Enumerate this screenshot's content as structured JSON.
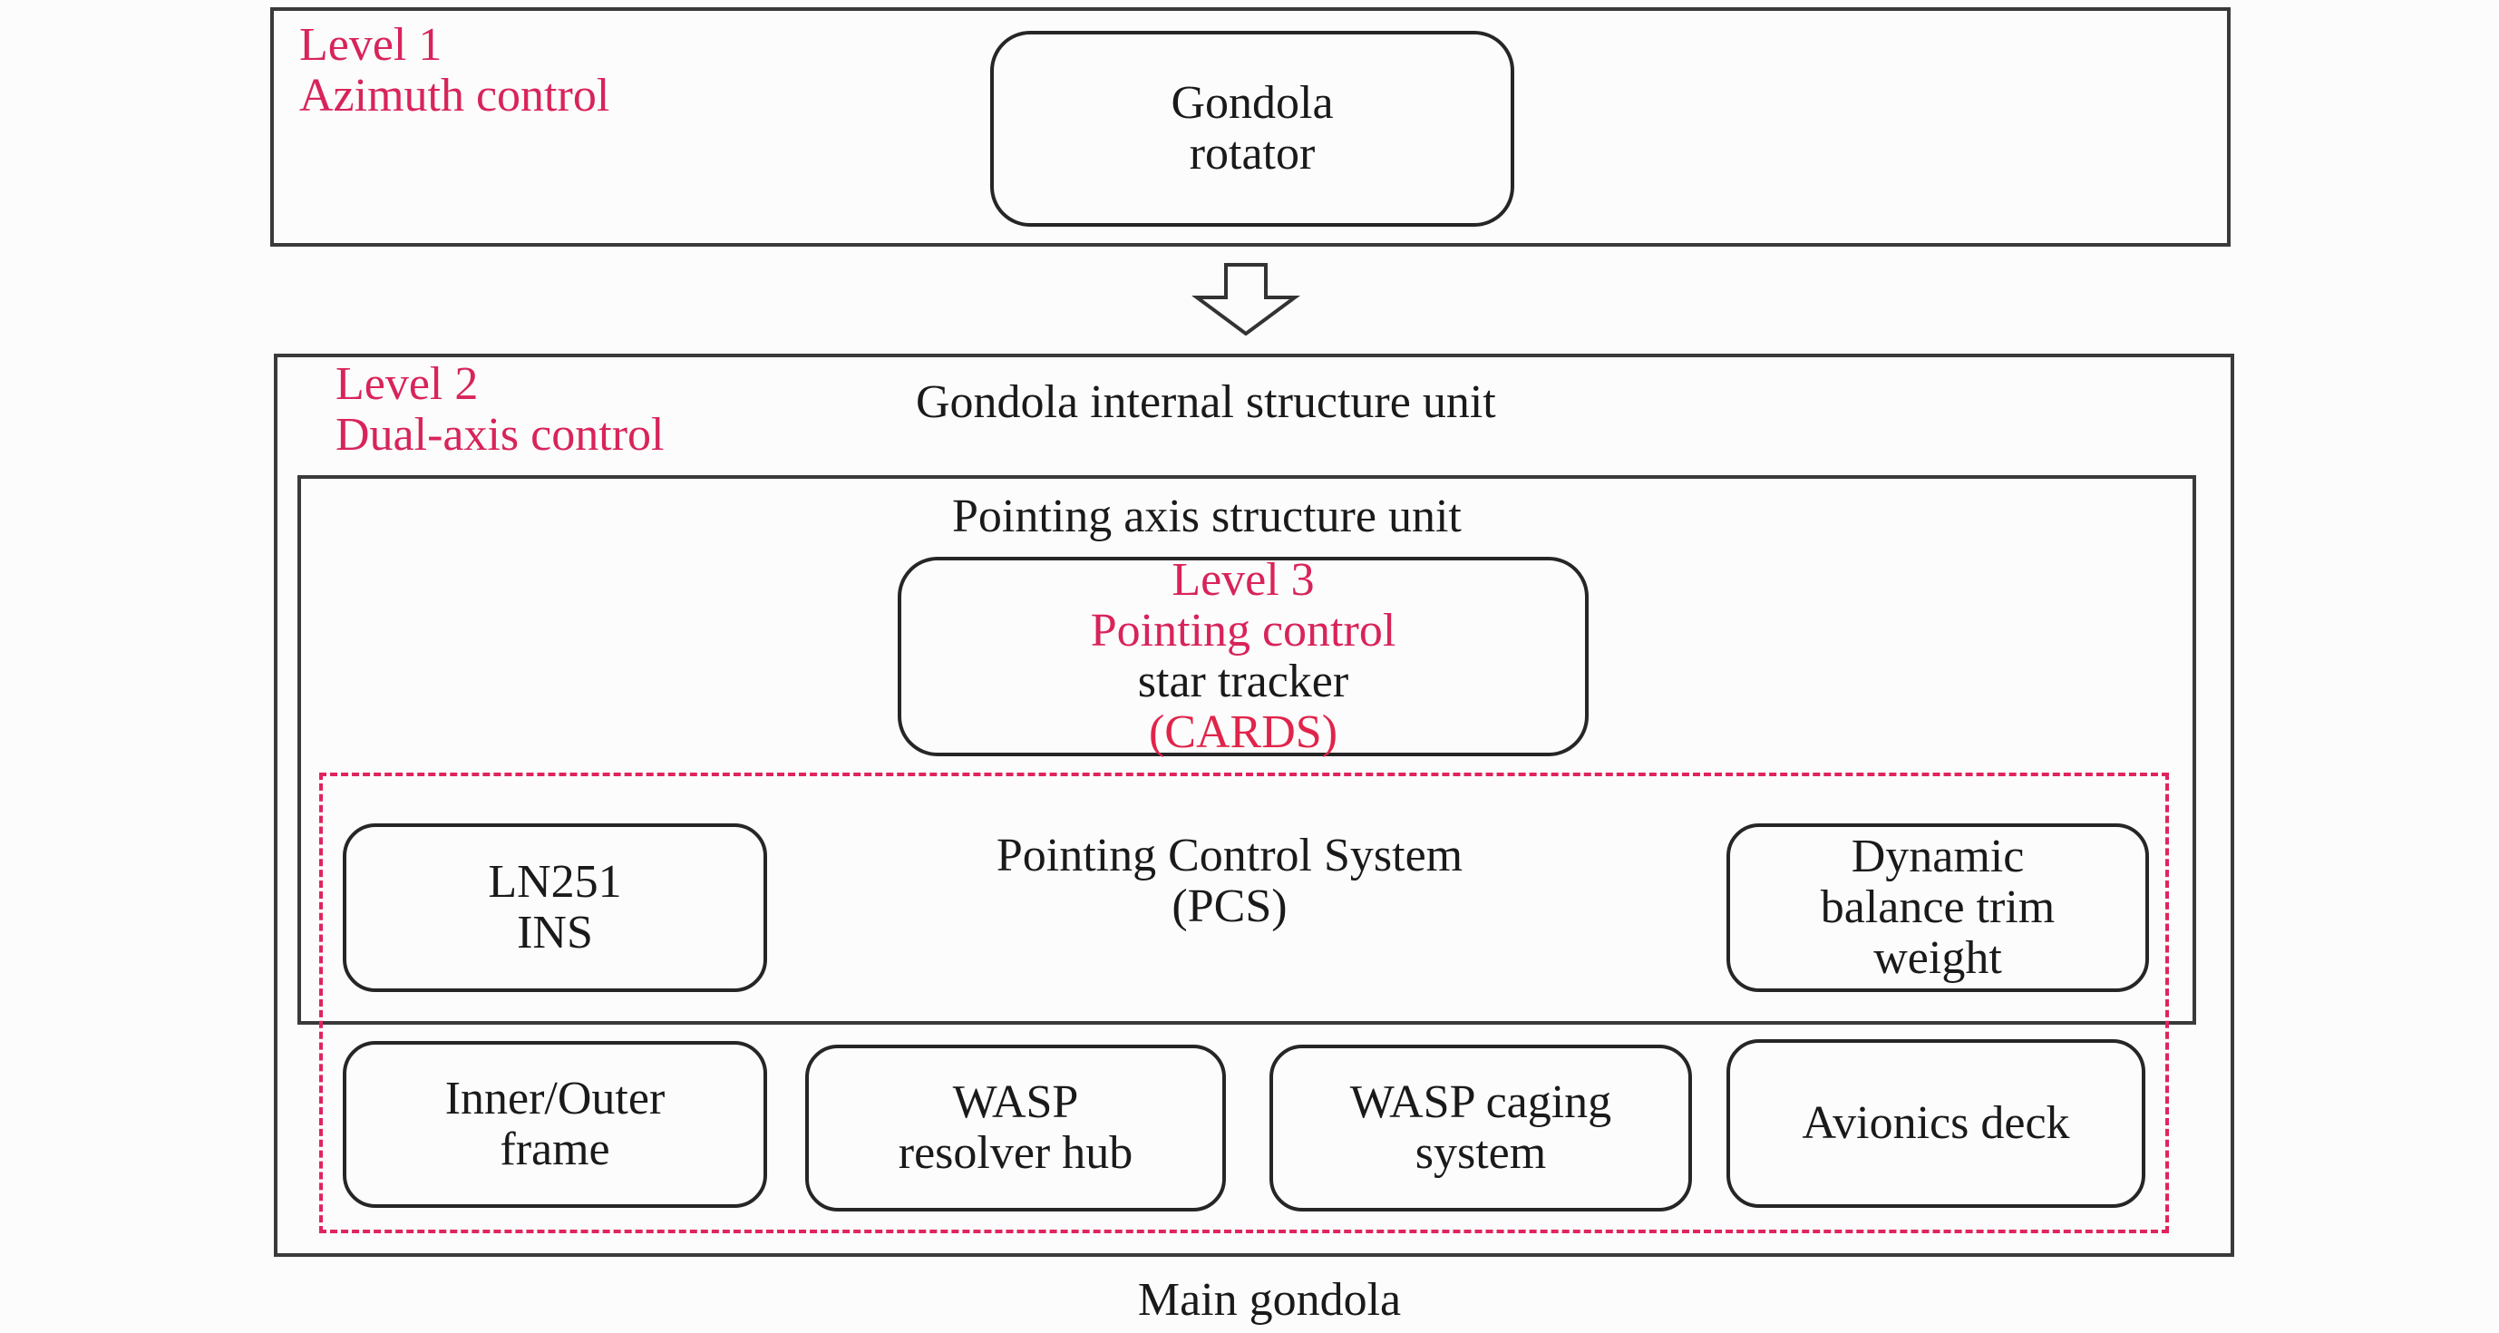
{
  "level1": {
    "title": "Level 1",
    "subtitle": "Azimuth control"
  },
  "rotator": {
    "line1": "Gondola",
    "line2": "rotator"
  },
  "level2": {
    "title": "Level 2",
    "subtitle": "Dual-axis control"
  },
  "internal_unit_label": "Gondola internal structure unit",
  "pointing_axis_label": "Pointing axis structure unit",
  "level3": {
    "title": "Level 3",
    "subtitle": "Pointing control",
    "line3": "star tracker",
    "line4": "(CARDS)"
  },
  "pcs": {
    "line1": "Pointing Control System",
    "line2": "(PCS)"
  },
  "ins": {
    "line1": "LN251",
    "line2": "INS"
  },
  "trim": {
    "line1": "Dynamic",
    "line2": "balance trim",
    "line3": "weight"
  },
  "frame_box": {
    "line1": "Inner/Outer",
    "line2": "frame"
  },
  "wasp_hub": {
    "line1": "WASP",
    "line2": "resolver hub"
  },
  "wasp_caging": {
    "line1": "WASP caging",
    "line2": "system"
  },
  "avionics": {
    "line1": "Avionics deck"
  },
  "main_gondola_label": "Main gondola",
  "colors": {
    "level_text": "#d8245a",
    "dashed_border": "#e0245e",
    "frame_border": "#3a3a3a"
  }
}
